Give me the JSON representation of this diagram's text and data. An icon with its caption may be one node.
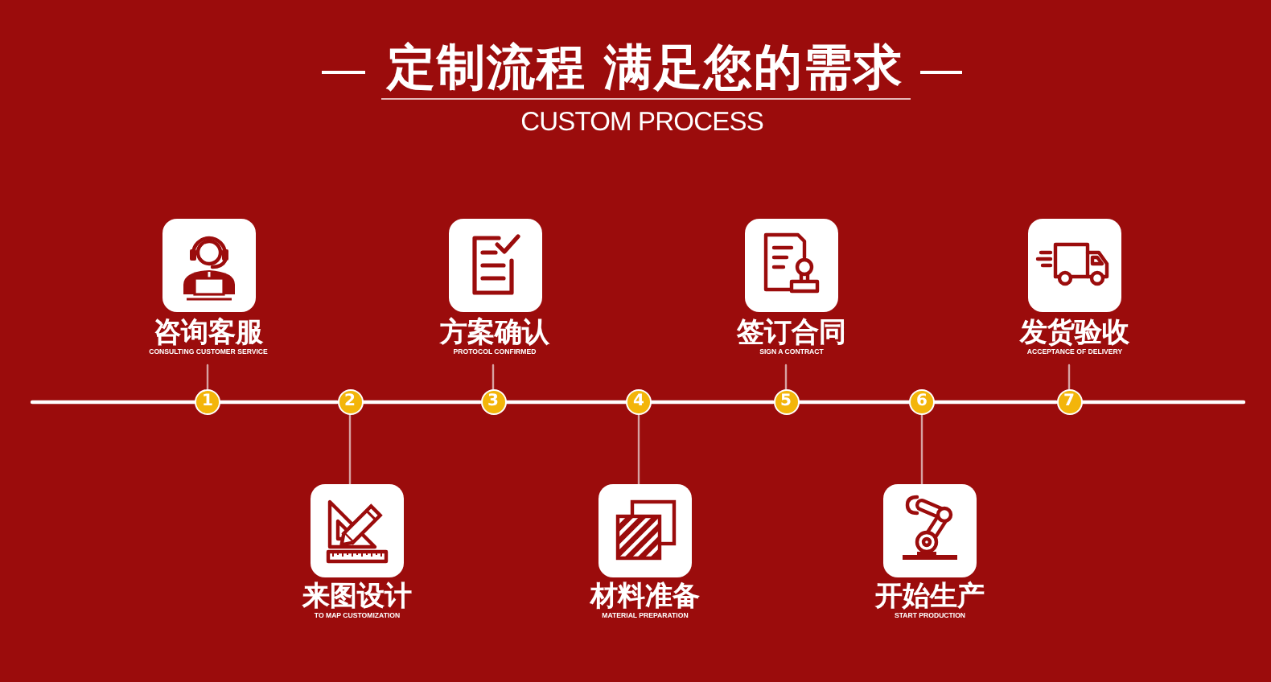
{
  "diagram": {
    "title": "定制流程 满足您的需求",
    "nodes": [
      {
        "text": [
          "咨询客服",
          "CONSULTING CUSTOMER SERVICE"
        ]
      },
      {
        "text": [
          "方案确认",
          "PROTOCOL CONFIRMED"
        ]
      },
      {
        "text": [
          "签订合同",
          "SIGN A CONTRACT"
        ]
      },
      {
        "text": [
          "发货验收",
          "ACCEPTANCE OF DELIVERY"
        ]
      },
      {
        "text": [
          "1"
        ]
      },
      {
        "text": [
          "2"
        ]
      },
      {
        "text": [
          "3"
        ]
      },
      {
        "text": [
          "4"
        ]
      },
      {
        "text": [
          "5"
        ]
      },
      {
        "text": [
          "6"
        ]
      },
      {
        "text": [
          "7"
        ]
      },
      {
        "text": [
          "来图设计",
          "TO MAP CUSTOMIZATION"
        ]
      },
      {
        "text": [
          "材料准备",
          "MATERIAL PREPARATION"
        ]
      },
      {
        "text": [
          "开始生产",
          "START PRODUCTION"
        ]
      }
    ],
    "edges": [
      {
        "from": null,
        "to": 4,
        "arrow": "none"
      },
      {
        "from": 4,
        "to": 5,
        "arrow": "none"
      },
      {
        "from": 5,
        "to": 6,
        "arrow": "none"
      },
      {
        "from": 6,
        "to": 7,
        "arrow": "none"
      },
      {
        "from": 7,
        "to": 8,
        "arrow": "none"
      },
      {
        "from": 8,
        "to": 9,
        "arrow": "none"
      },
      {
        "from": 9,
        "to": 10,
        "arrow": "none"
      },
      {
        "from": 10,
        "to": null,
        "arrow": "none"
      },
      {
        "from": 4,
        "to": 0,
        "arrow": "none",
        "color": "#d7a2a2"
      },
      {
        "from": 5,
        "to": 11,
        "arrow": "none",
        "color": "#d7a2a2"
      },
      {
        "from": 6,
        "to": 1,
        "arrow": "none",
        "color": "#d7a2a2"
      },
      {
        "from": 7,
        "to": 12,
        "arrow": "none",
        "color": "#d7a2a2"
      },
      {
        "from": 8,
        "to": 2,
        "arrow": "none",
        "color": "#d7a2a2"
      },
      {
        "from": 9,
        "to": 13,
        "arrow": "none",
        "color": "#d7a2a2"
      },
      {
        "from": 10,
        "to": 3,
        "arrow": "none",
        "color": "#d7a2a2"
      }
    ],
    "labels": [
      "CUSTOM PROCESS"
    ]
  }
}
